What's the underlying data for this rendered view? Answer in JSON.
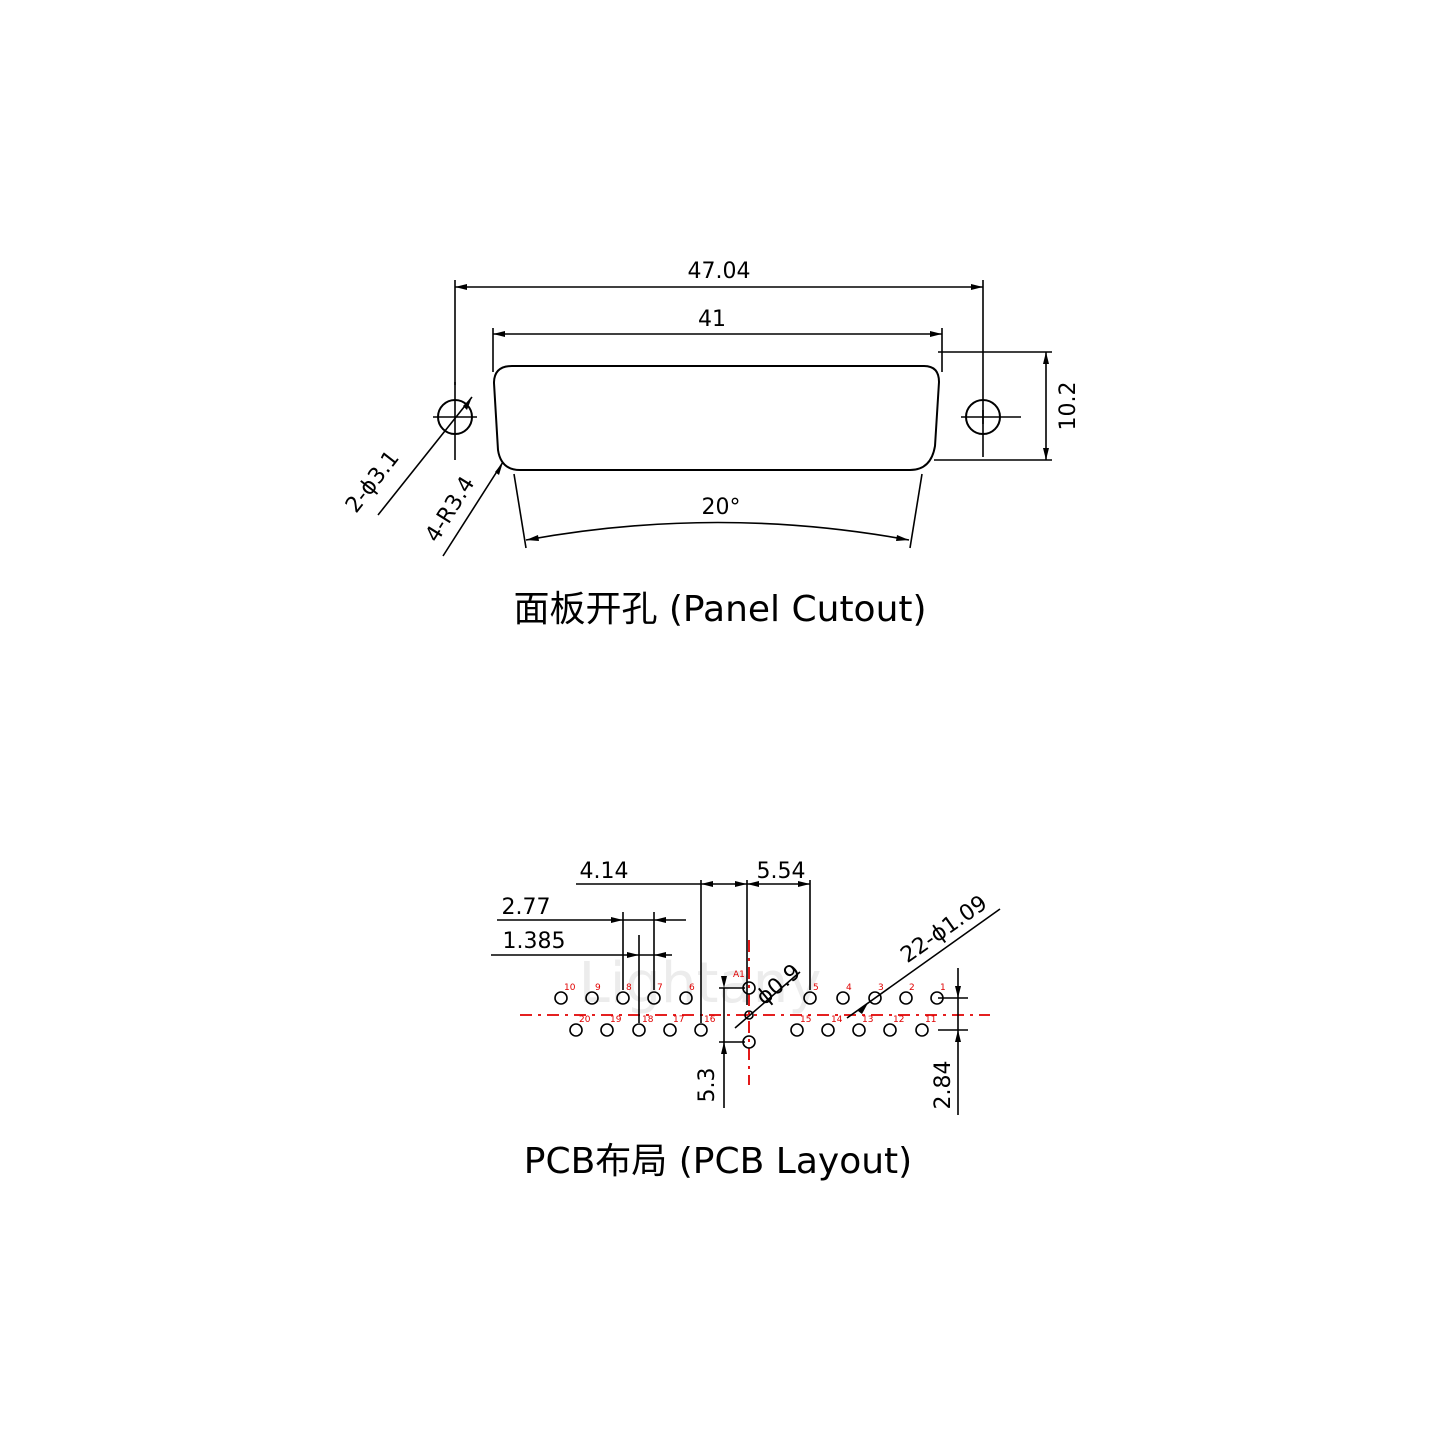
{
  "panel": {
    "title": "面板开孔 (Panel Cutout)",
    "dim_overall": "47.04",
    "dim_shell": "41",
    "dim_height": "10.2",
    "dim_hole": "2-ϕ3.1",
    "dim_radius": "4-R3.4",
    "dim_angle": "20°"
  },
  "pcb": {
    "title": "PCB布局 (PCB Layout)",
    "watermark": "Lightany",
    "dim_a": "4.14",
    "dim_b": "5.54",
    "dim_c": "2.77",
    "dim_d": "1.385",
    "dim_pin": "22-ϕ1.09",
    "dim_special": "ϕ0.9",
    "dim_v1": "5.3",
    "dim_v2": "2.84",
    "row1_labels": [
      "10",
      "9",
      "8",
      "7",
      "6",
      "5",
      "4",
      "3",
      "2",
      "1"
    ],
    "row2_labels": [
      "20",
      "19",
      "18",
      "17",
      "16",
      "15",
      "14",
      "13",
      "12",
      "11"
    ],
    "center_label": "A1"
  },
  "colors": {
    "line": "#000000",
    "centerline": "#e00000",
    "pin_labels": "#e00000"
  }
}
